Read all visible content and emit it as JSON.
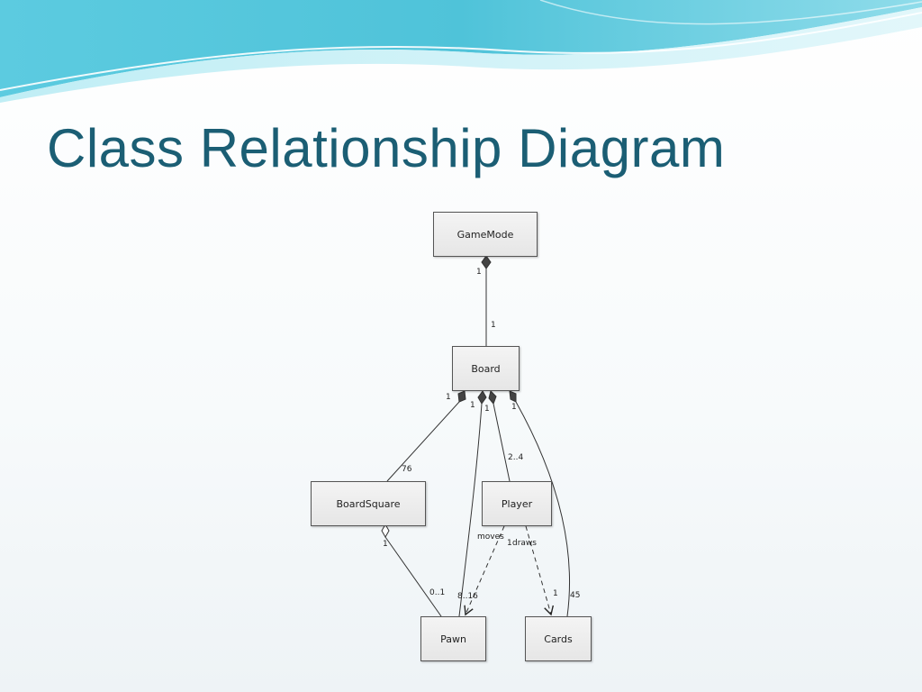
{
  "slide": {
    "title": "Class Relationship Diagram",
    "accent_color": "#1b5e74",
    "header_color": "#4fc3d9"
  },
  "diagram": {
    "classes": [
      {
        "id": "gamemode",
        "label": "GameMode"
      },
      {
        "id": "board",
        "label": "Board"
      },
      {
        "id": "boardsquare",
        "label": "BoardSquare"
      },
      {
        "id": "player",
        "label": "Player"
      },
      {
        "id": "pawn",
        "label": "Pawn"
      },
      {
        "id": "cards",
        "label": "Cards"
      }
    ],
    "relationships": [
      {
        "id": "gamemode-board",
        "from": "GameMode",
        "to": "Board",
        "kind": "composition",
        "from_mult": "1",
        "to_mult": "1"
      },
      {
        "id": "board-boardsquare",
        "from": "Board",
        "to": "BoardSquare",
        "kind": "composition",
        "from_mult": "1",
        "to_mult": "76"
      },
      {
        "id": "board-pawn",
        "from": "Board",
        "to": "Pawn",
        "kind": "composition",
        "from_mult": "1",
        "to_mult": "8..16"
      },
      {
        "id": "board-player",
        "from": "Board",
        "to": "Player",
        "kind": "composition",
        "from_mult": "1",
        "to_mult": "2..4"
      },
      {
        "id": "board-cards",
        "from": "Board",
        "to": "Cards",
        "kind": "composition",
        "from_mult": "1",
        "to_mult": "45"
      },
      {
        "id": "boardsquare-pawn",
        "from": "BoardSquare",
        "to": "Pawn",
        "kind": "aggregation",
        "from_mult": "1",
        "to_mult": "0..1"
      },
      {
        "id": "player-pawn",
        "from": "Player",
        "to": "Pawn",
        "kind": "dependency",
        "label": "moves"
      },
      {
        "id": "player-cards",
        "from": "Player",
        "to": "Cards",
        "kind": "dependency",
        "label": "draws",
        "from_mult": "1",
        "to_mult": "1"
      }
    ]
  }
}
